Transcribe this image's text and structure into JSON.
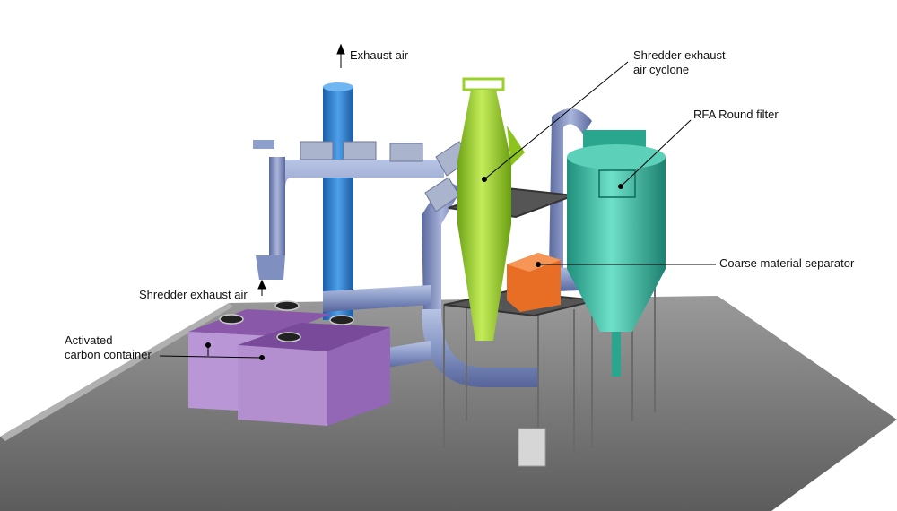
{
  "labels": {
    "exhaust_air": "Exhaust air",
    "cyclone_line1": "Shredder exhaust",
    "cyclone_line2": "air cyclone",
    "round_filter": "RFA Round filter",
    "coarse_separator": "Coarse material separator",
    "shredder_exhaust_air": "Shredder exhaust air",
    "carbon_line1": "Activated",
    "carbon_line2": "carbon container"
  },
  "colors": {
    "floor": "#7a7a7a",
    "duct": "#8a9cc8",
    "chimney": "#2f7fd0",
    "cyclone": "#9bd22a",
    "filter": "#3dbfa6",
    "separator": "#e86d25",
    "container": "#b48fd0"
  }
}
